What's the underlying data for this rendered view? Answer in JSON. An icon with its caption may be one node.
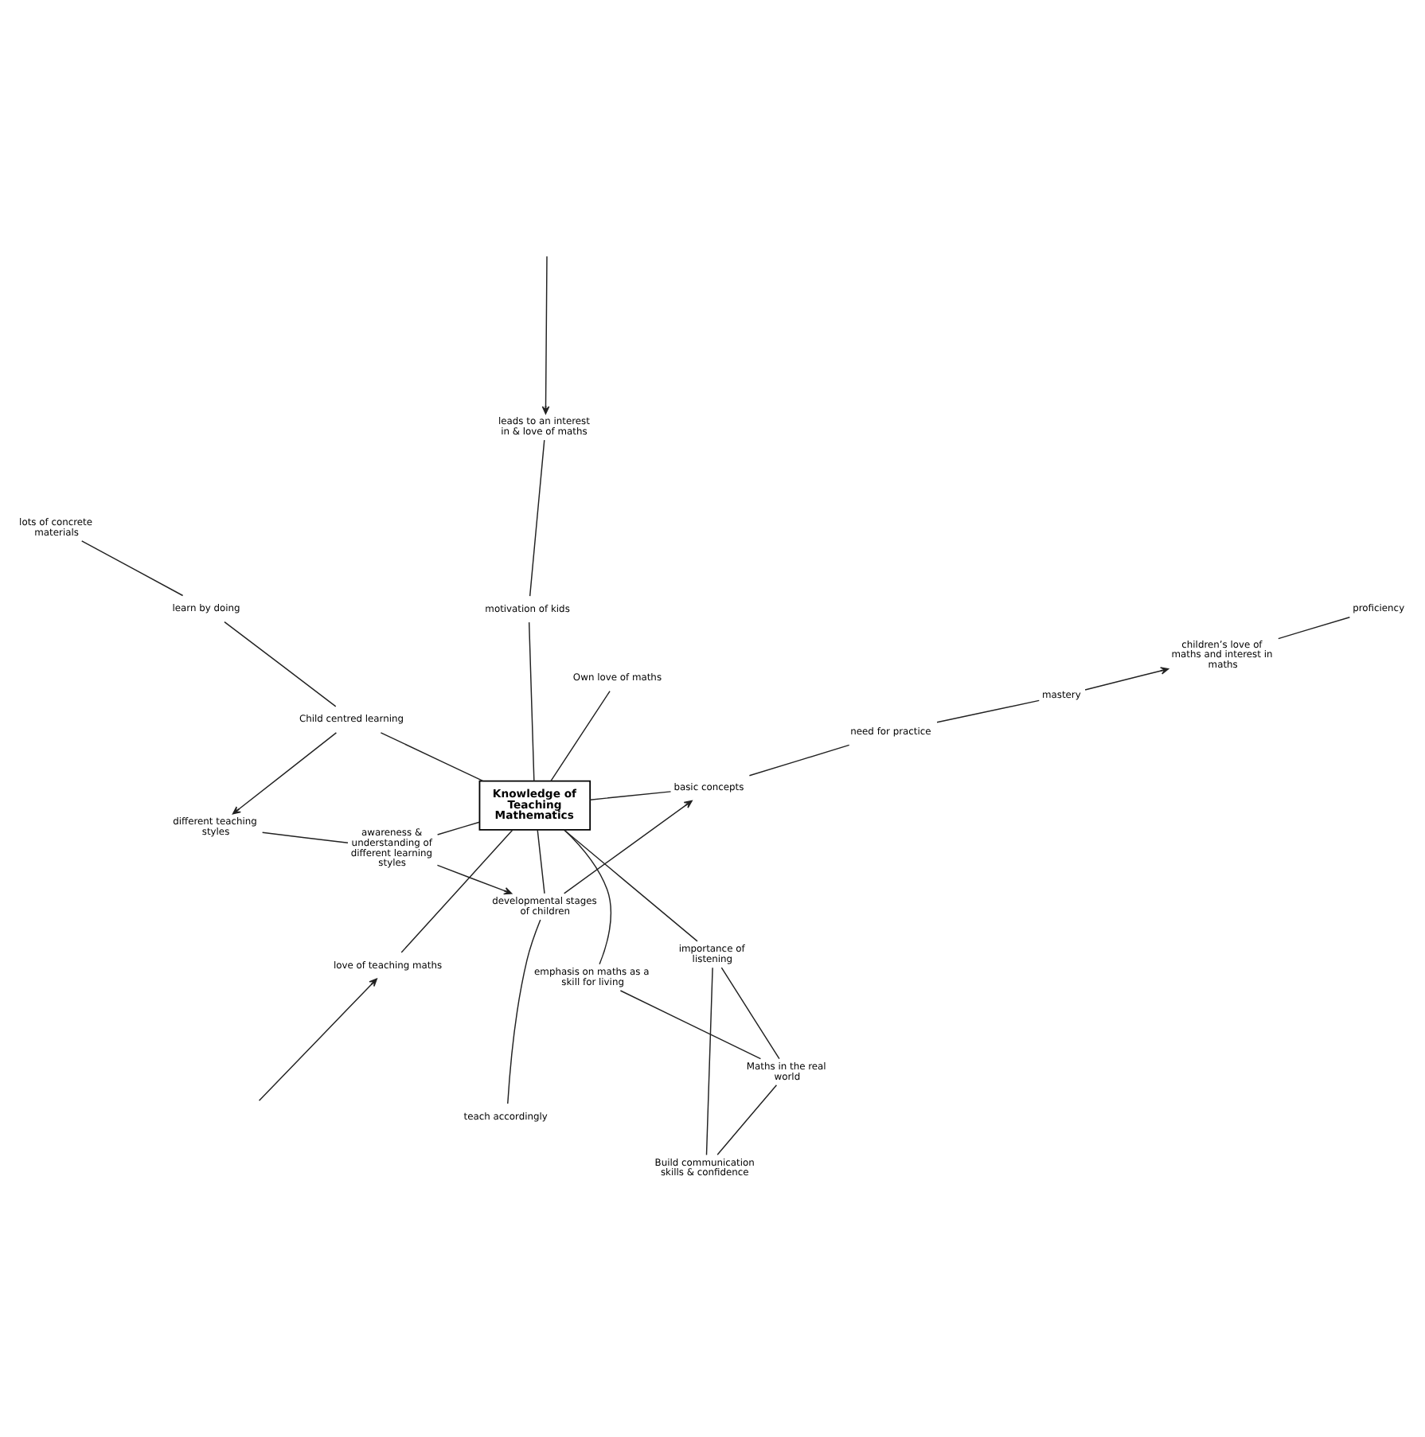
{
  "diagram": {
    "nodes": [
      {
        "text": [
          "Knowledge of Teaching Mathematics"
        ]
      },
      {
        "text": [
          "Own love of maths"
        ]
      },
      {
        "text": [
          "love of teaching maths"
        ]
      },
      {
        "text": [
          "children’s love of maths and interest in maths"
        ]
      },
      {
        "text": [
          "proficiency"
        ]
      },
      {
        "text": [
          "basic concepts"
        ]
      },
      {
        "text": [
          "need for practice"
        ]
      },
      {
        "text": [
          "mastery"
        ]
      },
      {
        "text": [
          "developmental stages of children"
        ]
      },
      {
        "text": [
          "teach accordingly"
        ]
      },
      {
        "text": [
          "emphasis on maths as a skill for living"
        ]
      },
      {
        "text": [
          "awareness & understanding of different learning styles"
        ]
      },
      {
        "text": [
          "Maths in the real world"
        ]
      },
      {
        "text": [
          "importance of listening"
        ]
      },
      {
        "text": [
          "motivation of kids"
        ]
      },
      {
        "text": [
          "different teaching styles"
        ]
      },
      {
        "text": [
          "Build communication skills & confidence"
        ]
      },
      {
        "text": [
          "Child centred learning"
        ]
      },
      {
        "text": [
          "leads to an interest in & love of maths"
        ]
      },
      {
        "text": [
          "learn by doing"
        ]
      },
      {
        "text": [
          "lots of concrete materials"
        ]
      }
    ],
    "edges": [
      {
        "from": 0,
        "to": 1,
        "arrow": "none"
      },
      {
        "from": 0,
        "to": 2,
        "arrow": "none"
      },
      {
        "from": 3,
        "to": 4,
        "arrow": "none"
      },
      {
        "from": 7,
        "to": 3,
        "arrow": "to"
      },
      {
        "from": 0,
        "to": 5,
        "arrow": "none"
      },
      {
        "from": 5,
        "to": 6,
        "arrow": "none"
      },
      {
        "from": 6,
        "to": 7,
        "arrow": "none"
      },
      {
        "from": 8,
        "to": 5,
        "arrow": "to"
      },
      {
        "from": 0,
        "to": 8,
        "arrow": "none"
      },
      {
        "from": 8,
        "to": 9,
        "arrow": "none"
      },
      {
        "from": 0,
        "to": 10,
        "arrow": "none"
      },
      {
        "from": 0,
        "to": 11,
        "arrow": "none"
      },
      {
        "from": 11,
        "to": 8,
        "arrow": "to"
      },
      {
        "from": 11,
        "to": 15,
        "arrow": "none"
      },
      {
        "from": 10,
        "to": 12,
        "arrow": "none"
      },
      {
        "from": 12,
        "to": 13,
        "arrow": "none"
      },
      {
        "from": 12,
        "to": 16,
        "arrow": "none"
      },
      {
        "from": 13,
        "to": 16,
        "arrow": "none"
      },
      {
        "from": 0,
        "to": 13,
        "arrow": "none"
      },
      {
        "from": 0,
        "to": 14,
        "arrow": "none"
      },
      {
        "from": 0,
        "to": 17,
        "arrow": "none"
      },
      {
        "from": 17,
        "to": 15,
        "arrow": "to"
      },
      {
        "from": 14,
        "to": 18,
        "arrow": "none"
      },
      {
        "from": 17,
        "to": 19,
        "arrow": "none"
      },
      {
        "from": 19,
        "to": 20,
        "arrow": "none"
      },
      {
        "from": null,
        "to": 2,
        "arrow": "to"
      },
      {
        "from": null,
        "to": 18,
        "arrow": "to"
      }
    ]
  }
}
